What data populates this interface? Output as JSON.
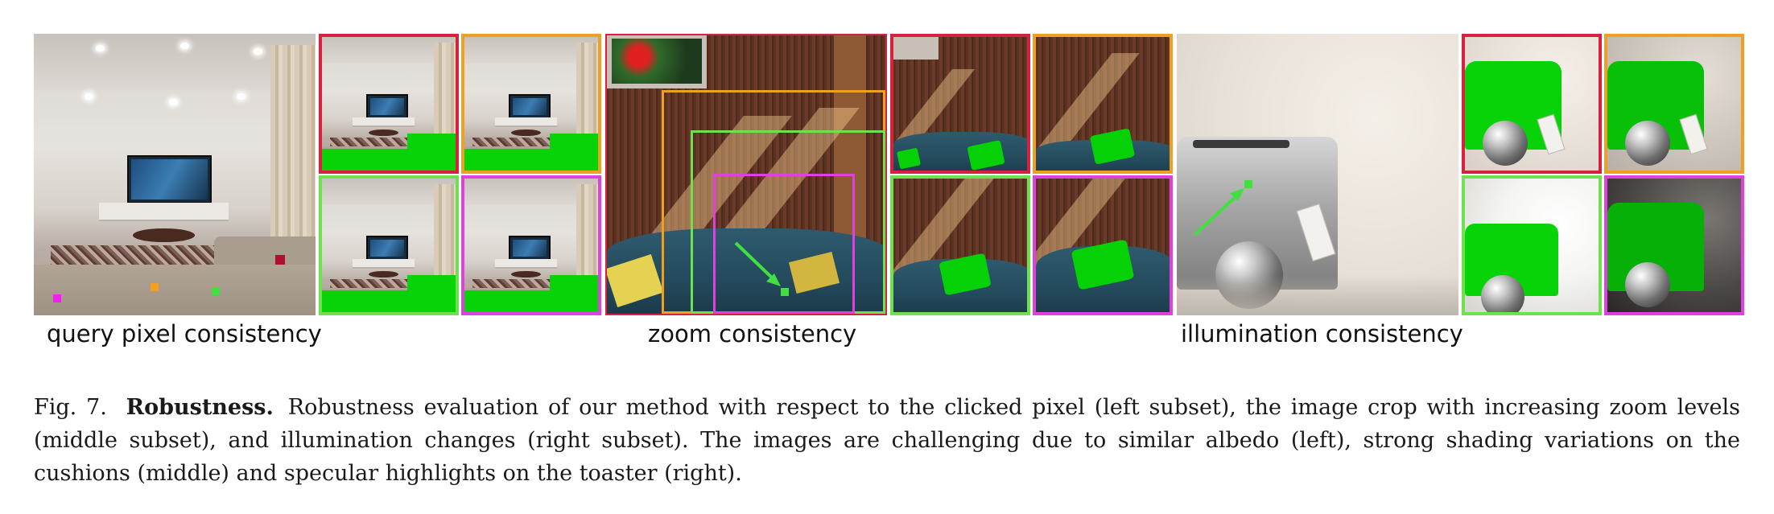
{
  "subsets": [
    {
      "id": "query",
      "label": "query pixel consistency"
    },
    {
      "id": "zoom",
      "label": "zoom consistency"
    },
    {
      "id": "illumination",
      "label": "illumination consistency"
    }
  ],
  "thumb_border_colors": {
    "red": "#d8203f",
    "orange": "#f0a020",
    "green": "#6fe050",
    "magenta": "#e040e0"
  },
  "marker_colors": {
    "magenta": "#f020f0",
    "orange": "#f5a020",
    "green": "#40e040",
    "red": "#b01030"
  },
  "selection_color": "#08d308",
  "caption": {
    "fig_label": "Fig. 7.",
    "title": "Robustness.",
    "text": "Robustness evaluation of our method with respect to the clicked pixel (left subset), the image crop with increasing zoom levels (middle subset), and illumination changes (right subset). The images are challenging due to similar albedo (left), strong shading variations on the cushions (middle) and specular highlights on the toaster (right)."
  }
}
